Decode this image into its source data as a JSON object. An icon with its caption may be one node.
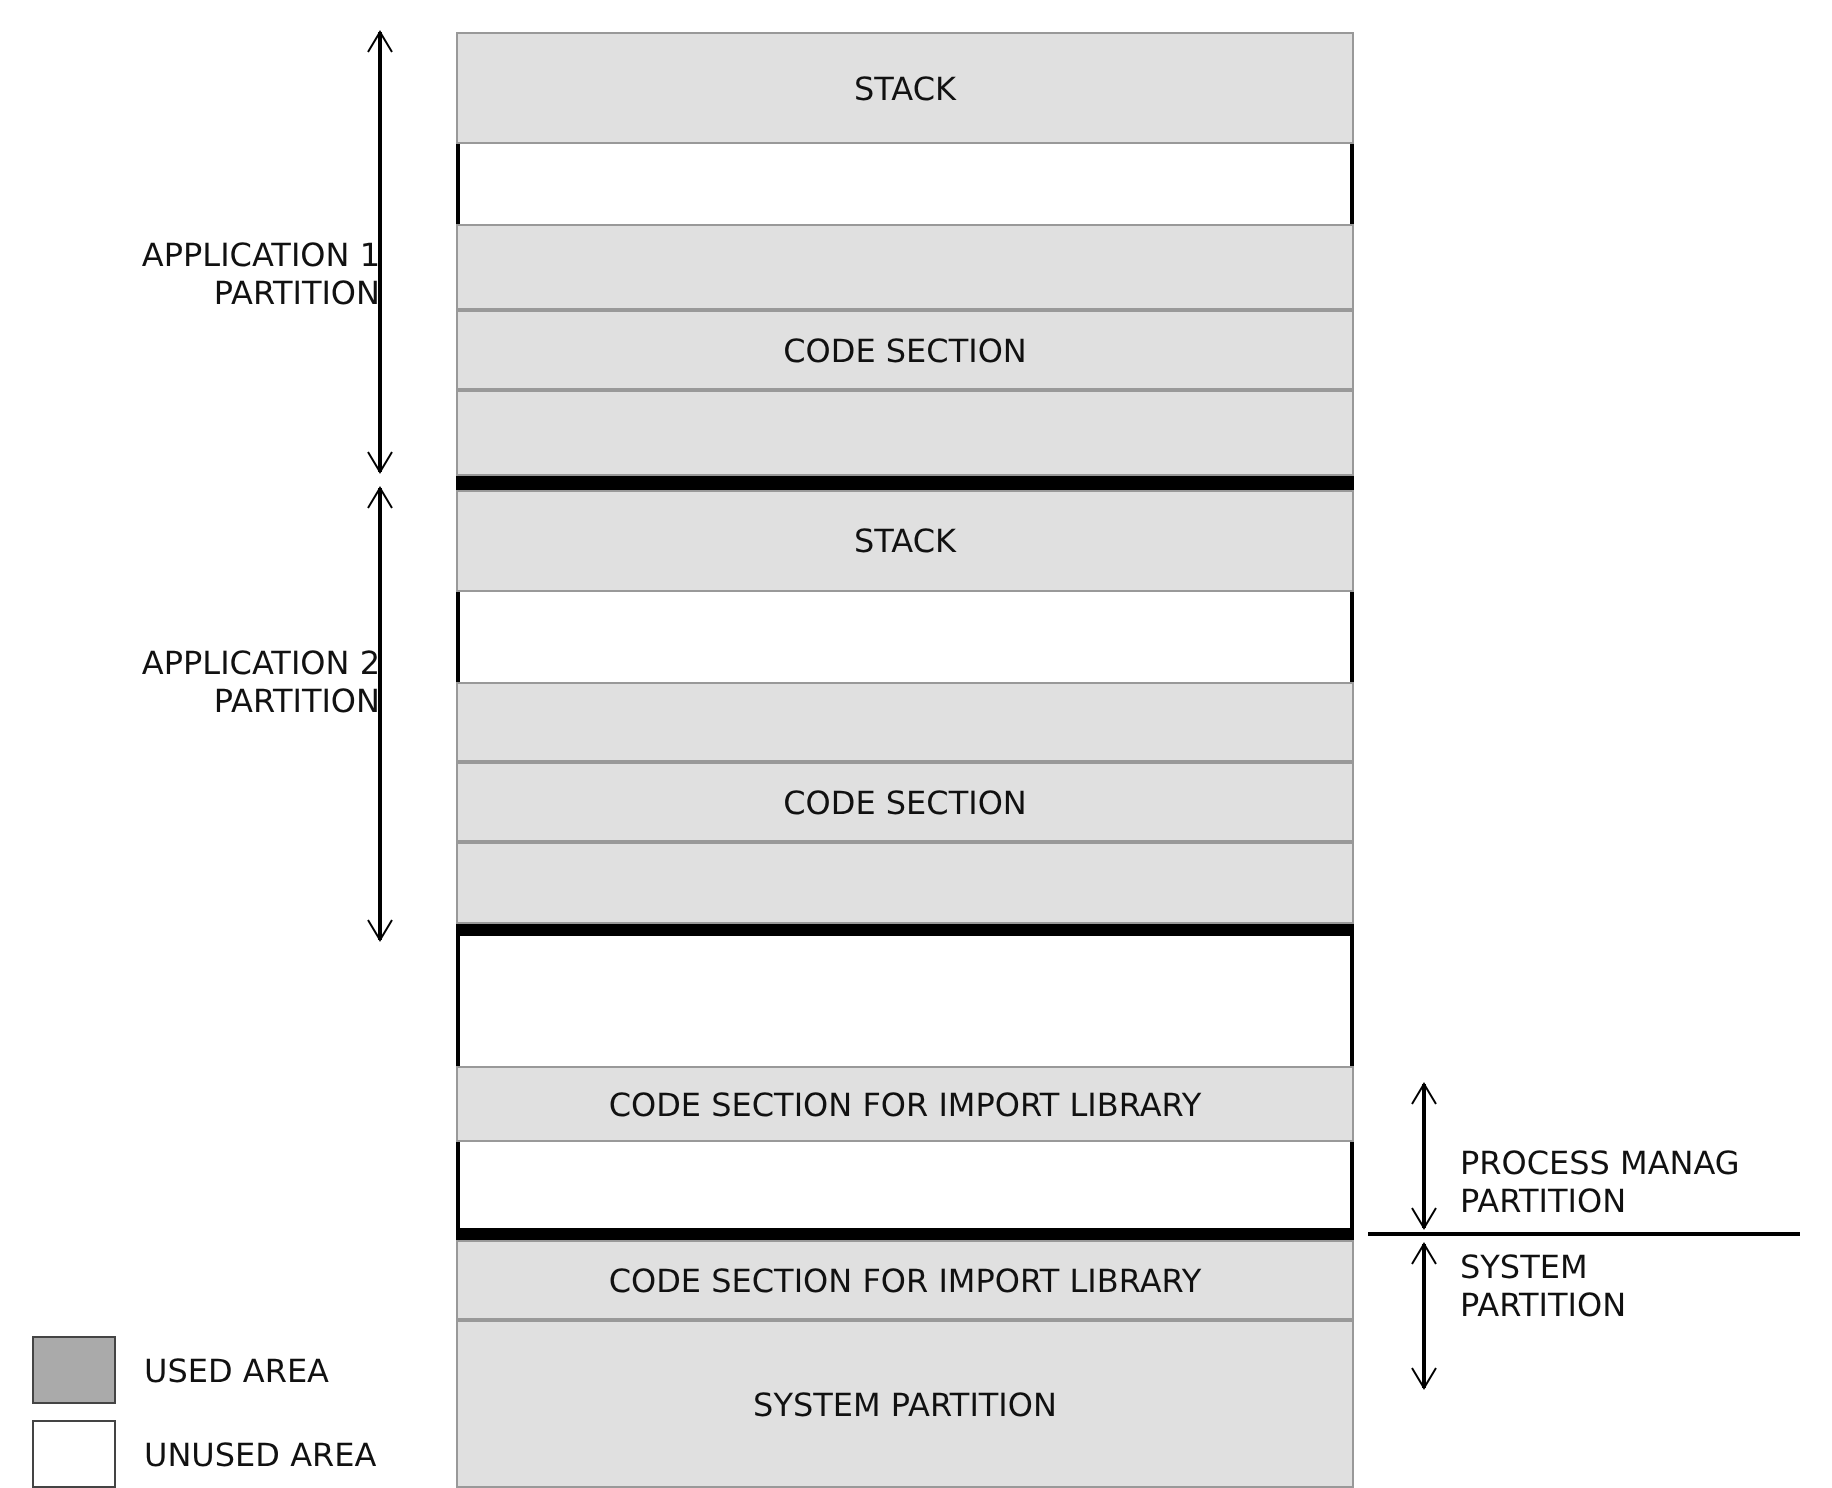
{
  "diagram": {
    "nodes": [
      {
        "text": [
          "STACK"
        ]
      },
      {
        "text": [],
        "shape": "box"
      },
      {
        "text": [],
        "shape": "box"
      },
      {
        "text": [
          "CODE SECTION"
        ]
      },
      {
        "text": [],
        "shape": "box"
      },
      {
        "text": [
          "STACK"
        ]
      },
      {
        "text": [],
        "shape": "box"
      },
      {
        "text": [],
        "shape": "box"
      },
      {
        "text": [
          "CODE SECTION"
        ]
      },
      {
        "text": [],
        "shape": "box"
      },
      {
        "text": [],
        "shape": "box"
      },
      {
        "text": [
          "CODE SECTION FOR IMPORT LIBRARY"
        ]
      },
      {
        "text": [],
        "shape": "box"
      },
      {
        "text": [
          "CODE SECTION FOR IMPORT LIBRARY"
        ]
      },
      {
        "text": [
          "SYSTEM PARTITION"
        ]
      }
    ],
    "edges": [],
    "labels": [
      "APPLICATION 1 PARTITION",
      "APPLICATION 2 PARTITION",
      "PROCESS MANAG PARTITION",
      "SYSTEM PARTITION"
    ],
    "legend": [
      {
        "text": "USED AREA",
        "color": "#aaaaaa"
      },
      {
        "text": "UNUSED AREA",
        "color": "#ffffff"
      }
    ]
  }
}
